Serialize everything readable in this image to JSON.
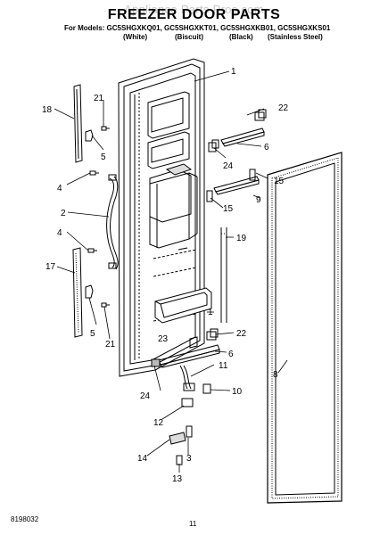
{
  "watermark": "Appliance Parts Pros.com",
  "title": "FREEZER DOOR PARTS",
  "models_line": "For Models: GC5SHGXKQ01, GC5SHGXKT01, GC5SHGXKB01, GC5SHGXKS01",
  "variants": [
    "(White)",
    "(Biscuit)",
    "(Black)",
    "(Stainless Steel)"
  ],
  "callouts": {
    "c1a": "1",
    "c1b": "1",
    "c2": "2",
    "c3": "3",
    "c4a": "4",
    "c4b": "4",
    "c5a": "5",
    "c5b": "5",
    "c6a": "6",
    "c6b": "6",
    "c8": "8",
    "c9": "9",
    "c10": "10",
    "c11": "11",
    "c12": "12",
    "c13": "13",
    "c14": "14",
    "c15a": "15",
    "c15b": "15",
    "c17": "17",
    "c18": "18",
    "c19": "19",
    "c21a": "21",
    "c21b": "21",
    "c22a": "22",
    "c22b": "22",
    "c23": "23",
    "c24a": "24",
    "c24b": "24"
  },
  "footer": {
    "doc_number": "8198032",
    "page_number": "11"
  }
}
